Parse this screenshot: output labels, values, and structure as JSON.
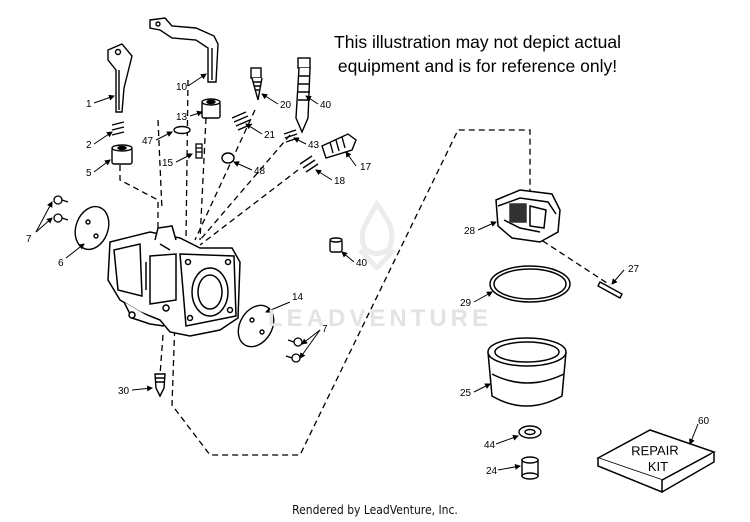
{
  "notice": {
    "line1": "This illustration may not depict actual",
    "line2": "equipment and is for reference only!"
  },
  "footer": "Rendered by LeadVenture, Inc.",
  "watermark": "LEADVENTURE",
  "repair_kit": {
    "line1": "REPAIR",
    "line2": "KIT"
  },
  "callouts": {
    "c1": "1",
    "c2": "2",
    "c5": "5",
    "c7a": "7",
    "c6": "6",
    "c10": "10",
    "c13": "13",
    "c47": "47",
    "c15": "15",
    "c20": "20",
    "c40a": "40",
    "c21": "21",
    "c43": "43",
    "c48": "48",
    "c17": "17",
    "c18": "18",
    "c40b": "40",
    "c14": "14",
    "c7b": "7",
    "c30": "30",
    "c28": "28",
    "c27": "27",
    "c29": "29",
    "c25": "25",
    "c44": "44",
    "c24": "24",
    "c60": "60"
  }
}
